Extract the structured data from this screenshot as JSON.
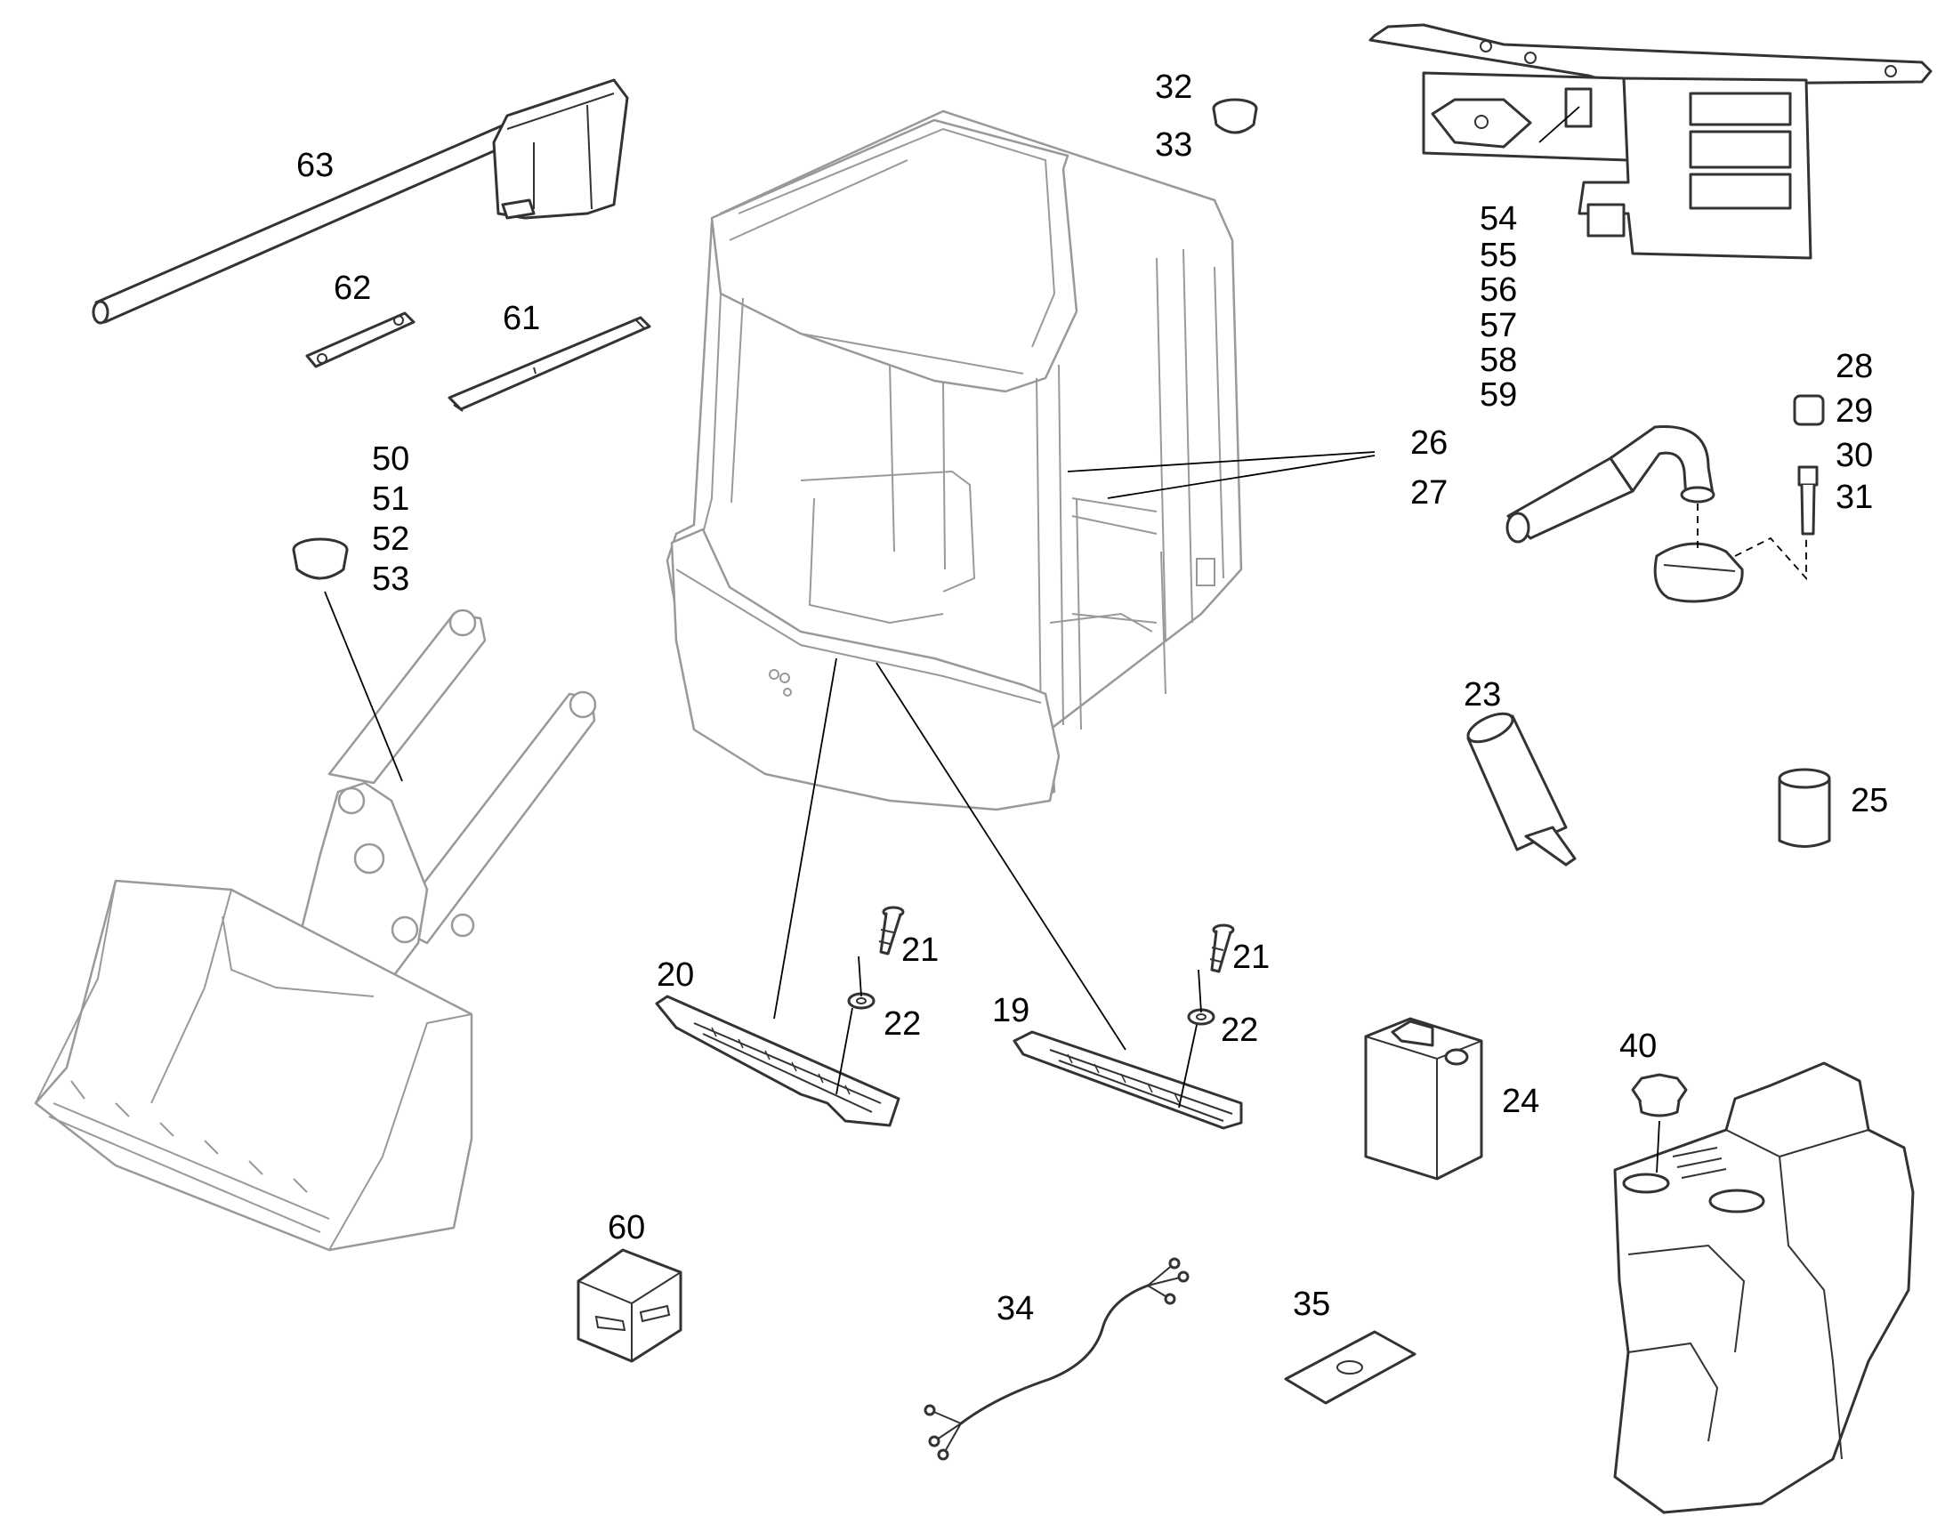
{
  "callouts": {
    "c19": "19",
    "c20": "20",
    "c21a": "21",
    "c21b": "21",
    "c22a": "22",
    "c22b": "22",
    "c23": "23",
    "c24": "24",
    "c25": "25",
    "c26": "26",
    "c27": "27",
    "c28": "28",
    "c29": "29",
    "c30": "30",
    "c31": "31",
    "c32": "32",
    "c33": "33",
    "c34": "34",
    "c35": "35",
    "c40": "40",
    "c50": "50",
    "c51": "51",
    "c52": "52",
    "c53": "53",
    "c54": "54",
    "c55": "55",
    "c56": "56",
    "c57": "57",
    "c58": "58",
    "c59": "59",
    "c60": "60",
    "c61": "61",
    "c62": "62",
    "c63": "63"
  },
  "parts": [
    "operator-cab",
    "loader-bucket-arm",
    "fuel-tank",
    "mounting-bracket-plate",
    "hydraulic-hose-clamp",
    "handrail-bar",
    "step-plate-right",
    "step-plate-left",
    "cartridge-tube",
    "canister",
    "sleeve",
    "cable-harness",
    "gasket-sheet",
    "hardware-box",
    "filler-cap",
    "plug-cap",
    "strip-plate",
    "small-plate"
  ]
}
